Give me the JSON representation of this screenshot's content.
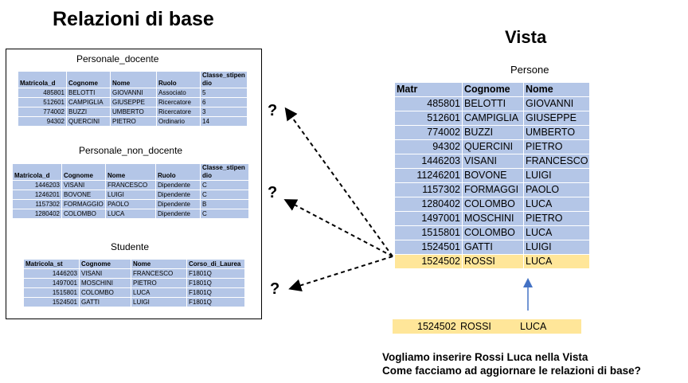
{
  "left_title": "Relazioni di base",
  "right_title": "Vista",
  "personale_docente": {
    "caption": "Personale_docente",
    "headers": [
      "Matricola_d",
      "Cognome",
      "Nome",
      "Ruolo",
      "Classe_stipen dio"
    ],
    "rows": [
      [
        "485801",
        "BELOTTI",
        "GIOVANNI",
        "Associato",
        "5"
      ],
      [
        "512601",
        "CAMPIGLIA",
        "GIUSEPPE",
        "Ricercatore",
        "6"
      ],
      [
        "774002",
        "BUZZI",
        "UMBERTO",
        "Ricercatore",
        "3"
      ],
      [
        "94302",
        "QUERCINI",
        "PIETRO",
        "Ordinario",
        "14"
      ]
    ]
  },
  "personale_non_docente": {
    "caption": "Personale_non_docente",
    "headers": [
      "Matricola_d",
      "Cognome",
      "Nome",
      "Ruolo",
      "Classe_stipen dio"
    ],
    "rows": [
      [
        "1446203",
        "VISANI",
        "FRANCESCO",
        "Dipendente",
        "C"
      ],
      [
        "1246201",
        "BOVONE",
        "LUIGI",
        "Dipendente",
        "C"
      ],
      [
        "1157302",
        "FORMAGGIO",
        "PAOLO",
        "Dipendente",
        "B"
      ],
      [
        "1280402",
        "COLOMBO",
        "LUCA",
        "Dipendente",
        "C"
      ]
    ]
  },
  "studente": {
    "caption": "Studente",
    "headers": [
      "Matricola_st",
      "Cognome",
      "Nome",
      "Corso_di_Laurea"
    ],
    "rows": [
      [
        "1446203",
        "VISANI",
        "FRANCESCO",
        "F1801Q"
      ],
      [
        "1497001",
        "MOSCHINI",
        "PIETRO",
        "F1801Q"
      ],
      [
        "1515801",
        "COLOMBO",
        "LUCA",
        "F1801Q"
      ],
      [
        "1524501",
        "GATTI",
        "LUIGI",
        "F1801Q"
      ]
    ]
  },
  "persone": {
    "caption": "Persone",
    "headers": [
      "Matr",
      "Cognome",
      "Nome"
    ],
    "rows": [
      [
        "485801",
        "BELOTTI",
        "GIOVANNI"
      ],
      [
        "512601",
        "CAMPIGLIA",
        "GIUSEPPE"
      ],
      [
        "774002",
        "BUZZI",
        "UMBERTO"
      ],
      [
        "94302",
        "QUERCINI",
        "PIETRO"
      ],
      [
        "1446203",
        "VISANI",
        "FRANCESCO"
      ],
      [
        "11246201",
        "BOVONE",
        "LUIGI"
      ],
      [
        "1157302",
        "FORMAGGI",
        "PAOLO"
      ],
      [
        "1280402",
        "COLOMBO",
        "LUCA"
      ],
      [
        "1497001",
        "MOSCHINI",
        "PIETRO"
      ],
      [
        "1515801",
        "COLOMBO",
        "LUCA"
      ],
      [
        "1524501",
        "GATTI",
        "LUIGI"
      ],
      [
        "1524502",
        "ROSSI",
        "LUCA"
      ]
    ]
  },
  "new_row": [
    "1524502",
    "ROSSI",
    "LUCA"
  ],
  "question_mark": "?",
  "note_line1": "Vogliamo inserire Rossi Luca nella Vista",
  "note_line2": "Come facciamo ad aggiornare le relazioni di base?",
  "colors": {
    "table_fill": "#b4c6e7",
    "highlight_fill": "#ffe699",
    "arrow_up": "#4472c4"
  }
}
